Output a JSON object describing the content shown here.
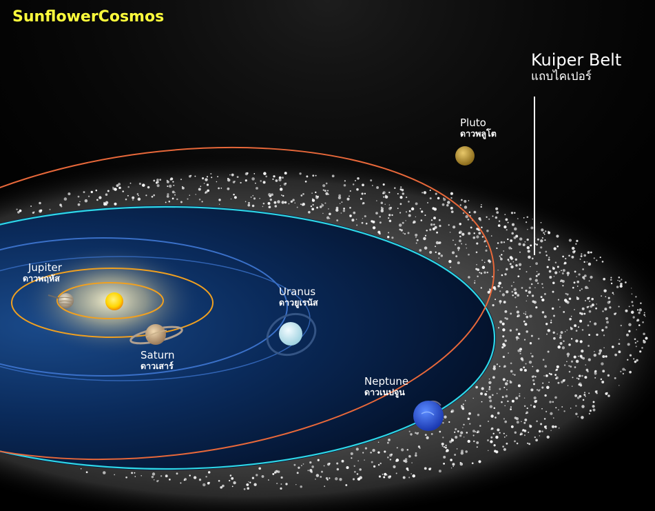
{
  "brand": "SunflowerCosmos",
  "kuiper_belt": {
    "label_en": "Kuiper Belt",
    "label_th": "แถบไคเปอร์"
  },
  "planets": {
    "jupiter": {
      "label_en": "Jupiter",
      "label_th": "ดาวพฤหัส"
    },
    "saturn": {
      "label_en": "Saturn",
      "label_th": "ดาวเสาร์"
    },
    "uranus": {
      "label_en": "Uranus",
      "label_th": "ดาวยูเรนัส"
    },
    "neptune": {
      "label_en": "Neptune",
      "label_th": "ดาวเนปจูน"
    },
    "pluto": {
      "label_en": "Pluto",
      "label_th": "ดาวพลูโต"
    }
  },
  "colors": {
    "brand": "#ffff3c",
    "orbit_inner": "#f0a020",
    "orbit_uranus": "#3a70c8",
    "orbit_neptune": "#2fd8e8",
    "orbit_pluto": "#e8683a",
    "sun": "#ffd400"
  }
}
